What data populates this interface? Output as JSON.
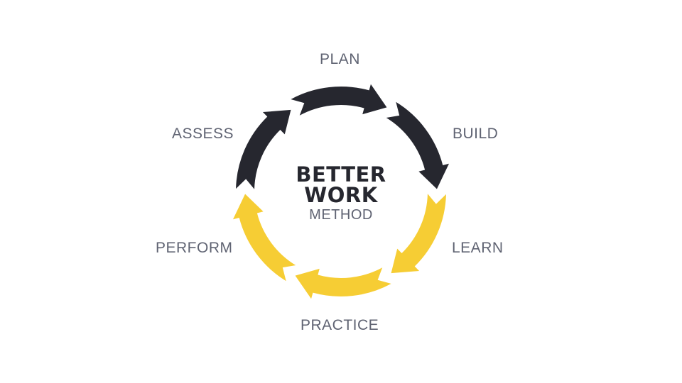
{
  "diagram": {
    "stages": [
      {
        "id": "plan",
        "label": "PLAN",
        "color": "dark"
      },
      {
        "id": "build",
        "label": "BUILD",
        "color": "dark"
      },
      {
        "id": "learn",
        "label": "LEARN",
        "color": "yellow"
      },
      {
        "id": "practice",
        "label": "PRACTICE",
        "color": "yellow"
      },
      {
        "id": "perform",
        "label": "PERFORM",
        "color": "yellow"
      },
      {
        "id": "assess",
        "label": "ASSESS",
        "color": "dark"
      }
    ],
    "center": {
      "line1": "BETTER",
      "line2": "WORK",
      "line3": "METHOD"
    }
  },
  "colors": {
    "dark": "#26272f",
    "yellow": "#f6cd34",
    "label_text": "#5f6372",
    "background": "#ffffff"
  }
}
